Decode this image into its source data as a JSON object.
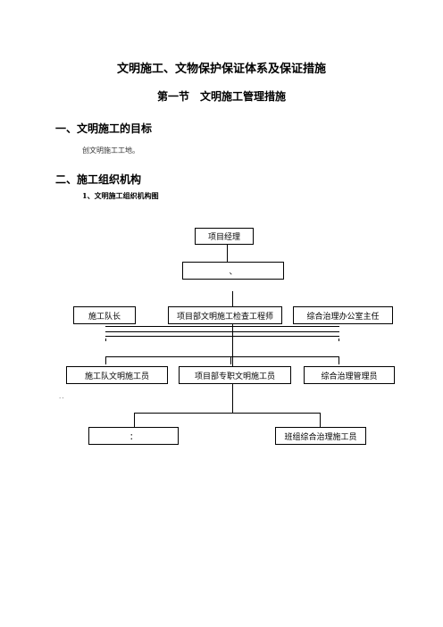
{
  "doc": {
    "title": "文明施工、文物保护保证体系及保证措施",
    "section": "第一节　文明施工管理措施",
    "heading1": "一、文明施工的目标",
    "body1": "创文明施工工地。",
    "heading2": "二、施工组织机构",
    "subheading": "1、文明施工组织机构图"
  },
  "org_chart": {
    "top": "项目经理",
    "second": "、",
    "row3": [
      "施工队长",
      "项目部文明施工检查工程师",
      "综合治理办公室主任"
    ],
    "row4": [
      "施工队文明施工员",
      "项目部专职文明施工员",
      "综合治理管理员"
    ],
    "row5": [
      "：",
      "班组综合治理施工员"
    ],
    "stray_marks": ".."
  }
}
